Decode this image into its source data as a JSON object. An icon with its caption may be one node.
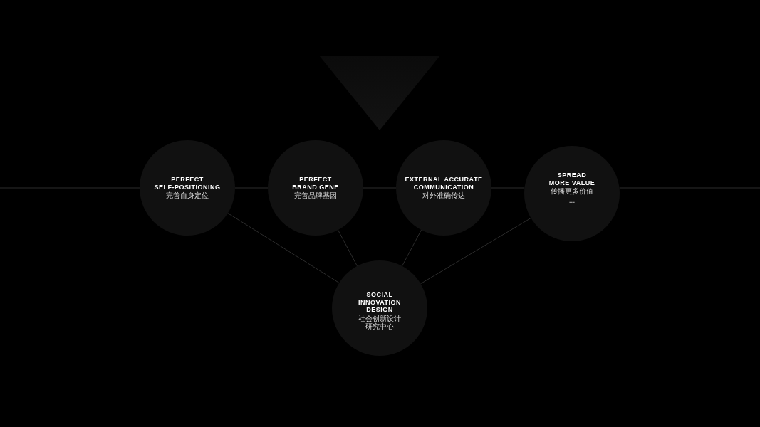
{
  "diagram": {
    "nodes": [
      {
        "text": [],
        "shape": "triangle"
      },
      {
        "text": [
          "PERFECT SELF-POSITIONING",
          "完善自身定位"
        ]
      },
      {
        "text": [
          "PERFECT BRAND GENE",
          "完善品牌基因"
        ]
      },
      {
        "text": [
          "EXTERNAL ACCURATE COMMUNICATION",
          "对外准确传达"
        ]
      },
      {
        "text": [
          "SPREAD MORE VALUE",
          "传播更多价值",
          "..."
        ]
      },
      {
        "text": [
          "SOCIAL INNOVATION DESIGN",
          "社会创新设计研究中心"
        ]
      }
    ],
    "edges": [
      {
        "from": null,
        "to": 1,
        "arrow": "none"
      },
      {
        "from": 1,
        "to": 2,
        "arrow": "none"
      },
      {
        "from": 2,
        "to": 3,
        "arrow": "none"
      },
      {
        "from": 3,
        "to": 4,
        "arrow": "none"
      },
      {
        "from": 4,
        "to": null,
        "arrow": "none"
      },
      {
        "from": 1,
        "to": 5,
        "arrow": "none"
      },
      {
        "from": 2,
        "to": 5,
        "arrow": "none"
      },
      {
        "from": 3,
        "to": 5,
        "arrow": "none"
      },
      {
        "from": 4,
        "to": 5,
        "arrow": "none"
      }
    ]
  }
}
